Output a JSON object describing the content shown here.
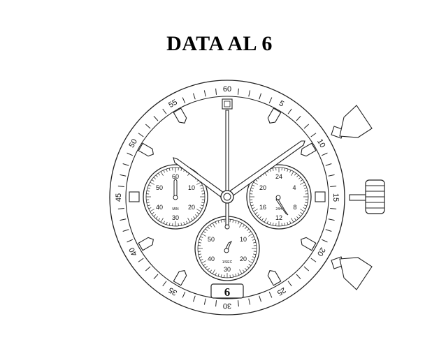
{
  "title": "DATA AL 6",
  "bezel_numbers": [
    "60",
    "5",
    "10",
    "15",
    "20",
    "25",
    "30",
    "35",
    "40",
    "45",
    "50",
    "55"
  ],
  "subdials": {
    "minutes": {
      "label": "MIN",
      "numbers": [
        "60",
        "10",
        "20",
        "30",
        "40",
        "50"
      ]
    },
    "hours24": {
      "label": "24H",
      "numbers": [
        "24",
        "4",
        "8",
        "12",
        "16",
        "20"
      ]
    },
    "seconds": {
      "label": "1/SEC",
      "numbers": [
        "10",
        "20",
        "30",
        "40",
        "50"
      ]
    }
  },
  "date_window": {
    "value": "6"
  },
  "icons": [
    "crown-icon",
    "pusher-top-icon",
    "pusher-bottom-icon",
    "hour-hand-icon",
    "minute-hand-icon",
    "chrono-second-hand-icon"
  ]
}
